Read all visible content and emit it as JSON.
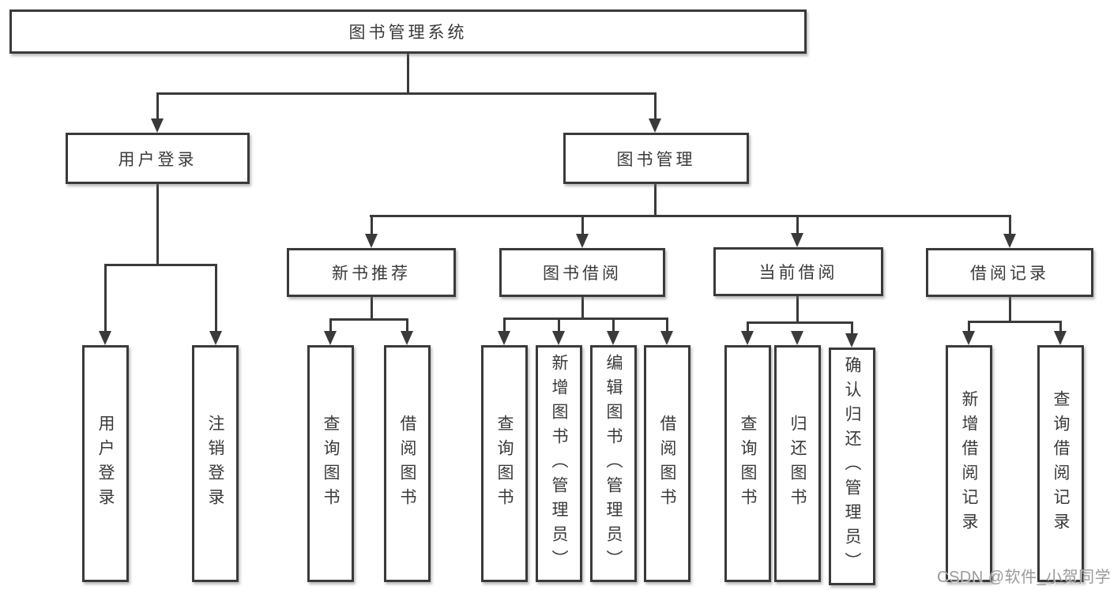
{
  "tree": {
    "root": {
      "label": "图书管理系统",
      "children": [
        {
          "label": "用户登录",
          "children": [
            {
              "label": "用户登录"
            },
            {
              "label": "注销登录"
            }
          ]
        },
        {
          "label": "图书管理",
          "children": [
            {
              "label": "新书推荐",
              "children": [
                {
                  "label": "查询图书"
                },
                {
                  "label": "借阅图书"
                }
              ]
            },
            {
              "label": "图书借阅",
              "children": [
                {
                  "label": "查询图书"
                },
                {
                  "label": "新增图书（管理员）"
                },
                {
                  "label": "编辑图书（管理员）"
                },
                {
                  "label": "借阅图书"
                }
              ]
            },
            {
              "label": "当前借阅",
              "children": [
                {
                  "label": "查询图书"
                },
                {
                  "label": "归还图书"
                },
                {
                  "label": "确认归还（管理员）"
                }
              ]
            },
            {
              "label": "借阅记录",
              "children": [
                {
                  "label": "新增借阅记录"
                },
                {
                  "label": "查询借阅记录"
                }
              ]
            }
          ]
        }
      ]
    }
  },
  "watermark": {
    "text": "CSDN @软件_小贺同学"
  },
  "colors": {
    "line": "#3a3a3a",
    "text": "#3a3a3a",
    "box_background": "#ffffff",
    "watermark": "#9a9a9a",
    "page_background": "#ffffff"
  }
}
